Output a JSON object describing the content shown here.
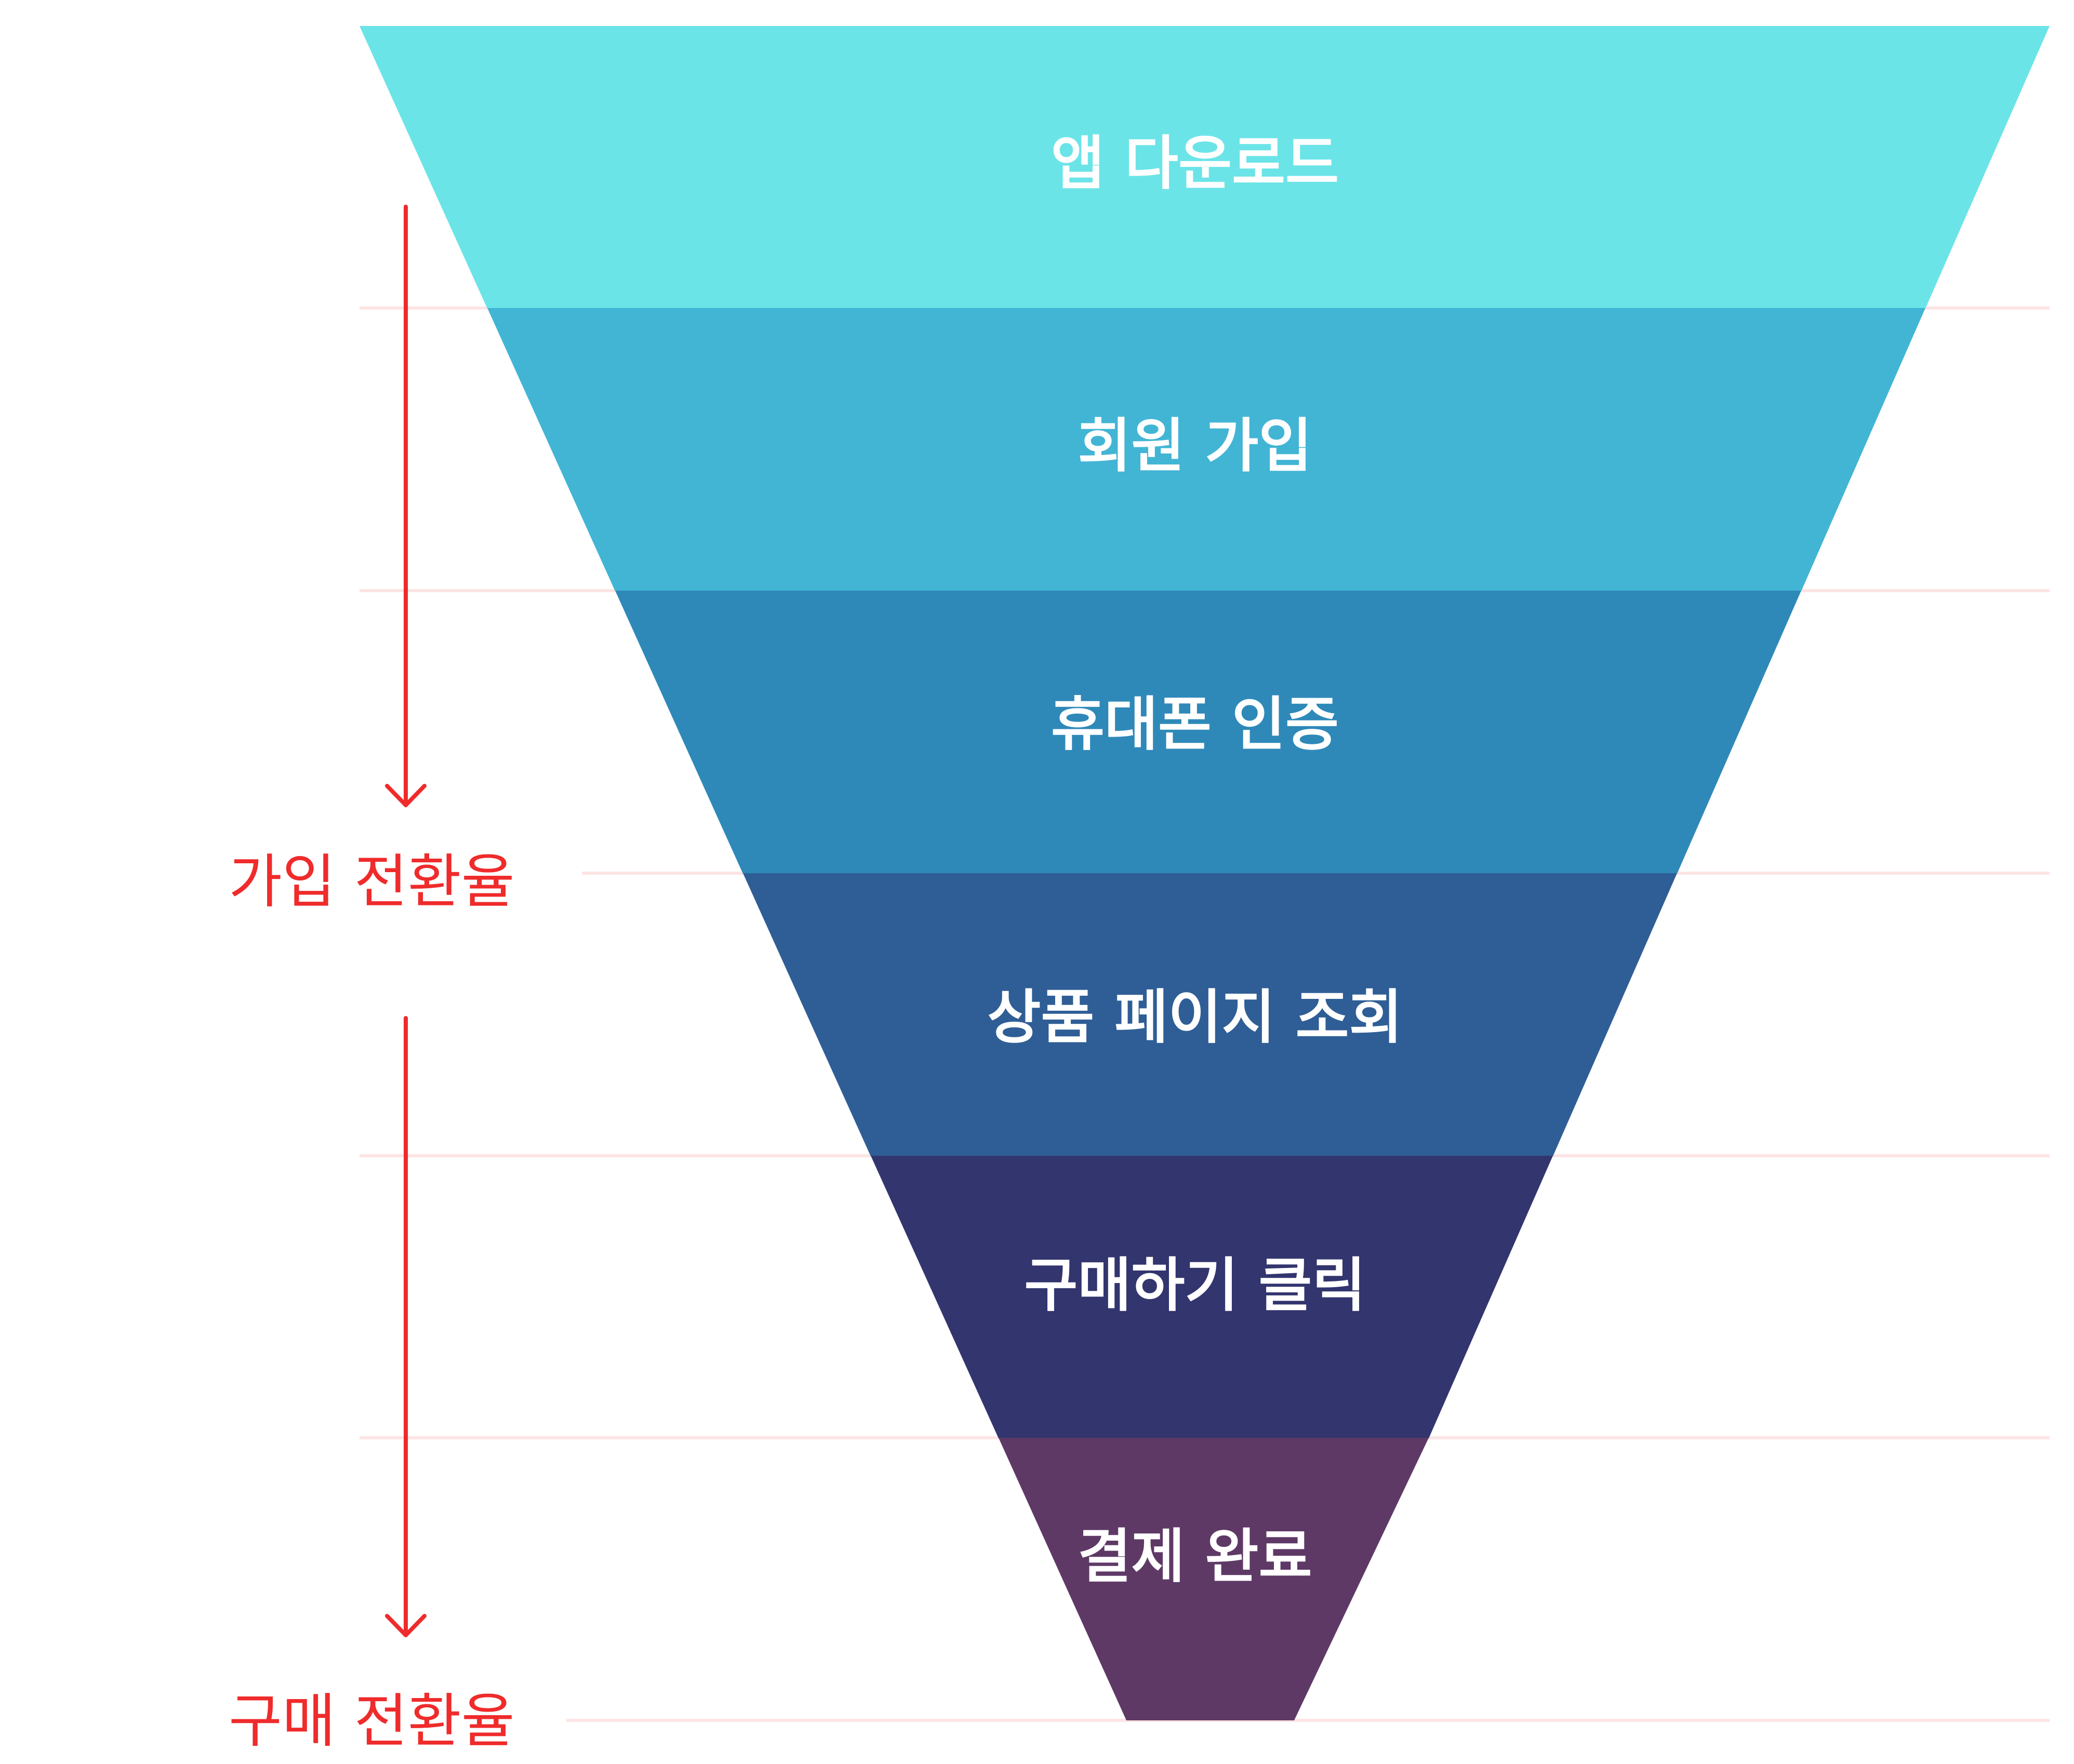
{
  "funnel": {
    "stages": [
      {
        "label": "앱 다운로드",
        "color": "#6be4e8"
      },
      {
        "label": "회원 가입",
        "color": "#42b5d5"
      },
      {
        "label": "휴대폰 인증",
        "color": "#2e89b9"
      },
      {
        "label": "상품 페이지 조회",
        "color": "#2f5e96"
      },
      {
        "label": "구매하기 클릭",
        "color": "#32356e"
      },
      {
        "label": "결제 완료",
        "color": "#5e3966"
      }
    ]
  },
  "conversion": {
    "signup_rate": "가입 전환율",
    "purchase_rate": "구매 전환율",
    "arrow_color": "#ef2b2b",
    "guide_line_color": "#fde4e4"
  }
}
